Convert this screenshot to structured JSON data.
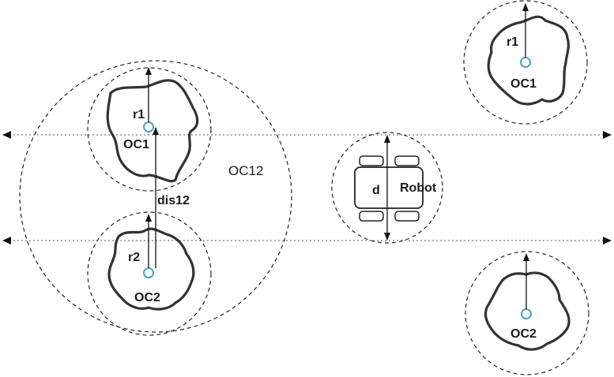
{
  "labels": {
    "r1": "r1",
    "r2": "r2",
    "oc1": "OC1",
    "oc2": "OC2",
    "oc12": "OC12",
    "dis12": "dis12",
    "d": "d",
    "robot": "Robot"
  }
}
